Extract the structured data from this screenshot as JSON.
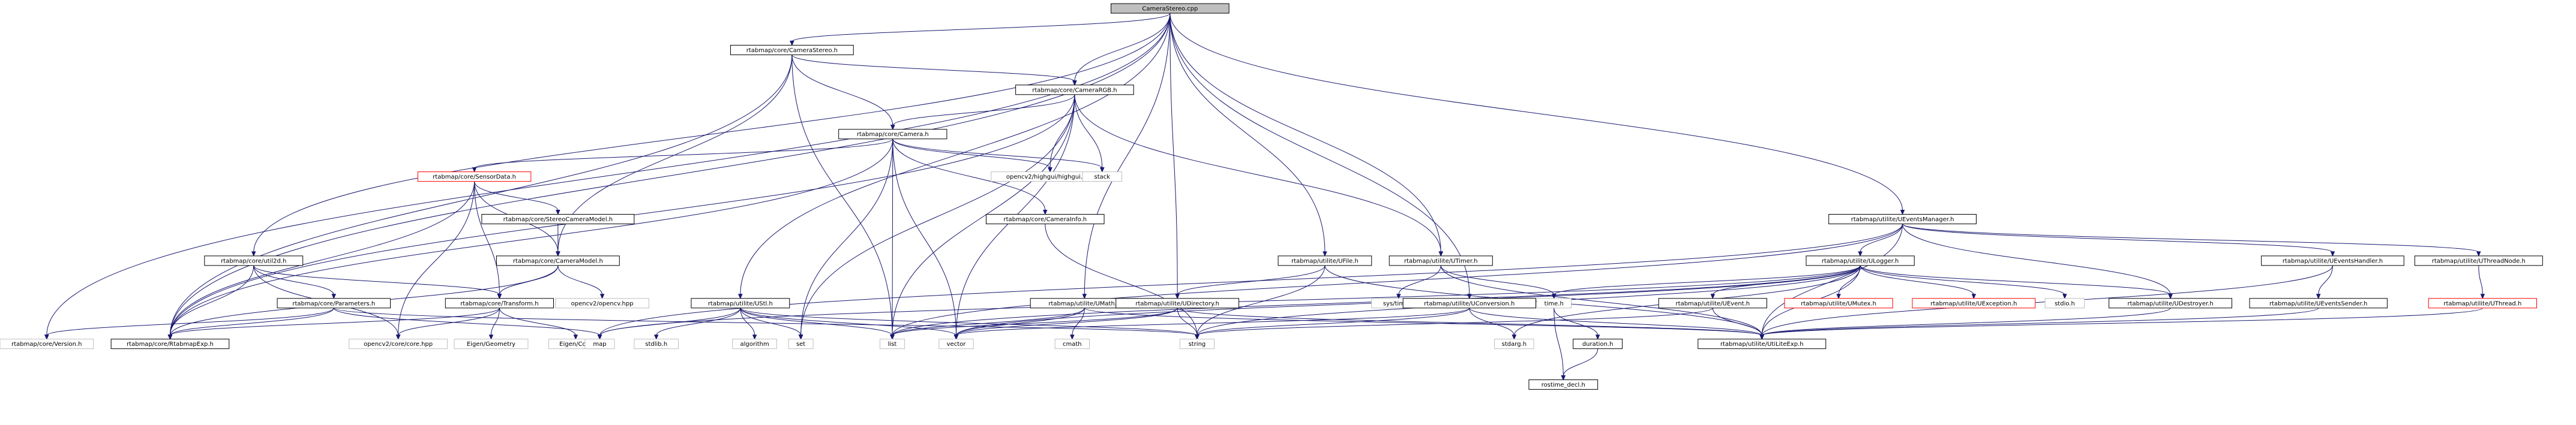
{
  "graph": {
    "title": "CameraStereo.cpp",
    "colors": {
      "edge": "#191970",
      "box": "#000000",
      "root_fill": "#bfbfbf",
      "system_border": "#bfbfbf",
      "missing_border": "#ff0000"
    },
    "nodes": [
      {
        "id": "root",
        "label": "CameraStereo.cpp",
        "kind": "root"
      },
      {
        "id": "camerastereo_h",
        "label": "rtabmap/core/CameraStereo.h",
        "kind": "local"
      },
      {
        "id": "camerargb_h",
        "label": "rtabmap/core/CameraRGB.h",
        "kind": "local"
      },
      {
        "id": "camera_h",
        "label": "rtabmap/core/Camera.h",
        "kind": "local"
      },
      {
        "id": "sensordata_h",
        "label": "rtabmap/core/SensorData.h",
        "kind": "missing"
      },
      {
        "id": "stereocameramodel_h",
        "label": "rtabmap/core/StereoCameraModel.h",
        "kind": "local"
      },
      {
        "id": "cameramodel_h",
        "label": "rtabmap/core/CameraModel.h",
        "kind": "local"
      },
      {
        "id": "camerainfo_h",
        "label": "rtabmap/core/CameraInfo.h",
        "kind": "local"
      },
      {
        "id": "highgui",
        "label": "opencv2/highgui/highgui.hpp",
        "kind": "system"
      },
      {
        "id": "stack",
        "label": "stack",
        "kind": "system"
      },
      {
        "id": "util2d_h",
        "label": "rtabmap/core/util2d.h",
        "kind": "local"
      },
      {
        "id": "parameters_h",
        "label": "rtabmap/core/Parameters.h",
        "kind": "local"
      },
      {
        "id": "transform_h",
        "label": "rtabmap/core/Transform.h",
        "kind": "local"
      },
      {
        "id": "version_h",
        "label": "rtabmap/core/Version.h",
        "kind": "system"
      },
      {
        "id": "rtabmapexp_h",
        "label": "rtabmap/core/RtabmapExp.h",
        "kind": "local"
      },
      {
        "id": "opencvcore",
        "label": "opencv2/core/core.hpp",
        "kind": "system"
      },
      {
        "id": "eigengeometry",
        "label": "Eigen/Geometry",
        "kind": "system"
      },
      {
        "id": "eigencore",
        "label": "Eigen/Core",
        "kind": "system"
      },
      {
        "id": "opencv_hpp",
        "label": "opencv2/opencv.hpp",
        "kind": "system"
      },
      {
        "id": "ustl_h",
        "label": "rtabmap/utilite/UStl.h",
        "kind": "local"
      },
      {
        "id": "map",
        "label": "map",
        "kind": "system"
      },
      {
        "id": "stdlib_h",
        "label": "stdlib.h",
        "kind": "system"
      },
      {
        "id": "algorithm",
        "label": "algorithm",
        "kind": "system"
      },
      {
        "id": "set",
        "label": "set",
        "kind": "system"
      },
      {
        "id": "list",
        "label": "list",
        "kind": "system"
      },
      {
        "id": "vector",
        "label": "vector",
        "kind": "system"
      },
      {
        "id": "umath_h",
        "label": "rtabmap/utilite/UMath.h",
        "kind": "local"
      },
      {
        "id": "cmath",
        "label": "cmath",
        "kind": "system"
      },
      {
        "id": "ufile_h",
        "label": "rtabmap/utilite/UFile.h",
        "kind": "local"
      },
      {
        "id": "udirectory_h",
        "label": "rtabmap/utilite/UDirectory.h",
        "kind": "local"
      },
      {
        "id": "string",
        "label": "string",
        "kind": "system"
      },
      {
        "id": "utimer_h",
        "label": "rtabmap/utilite/UTimer.h",
        "kind": "local"
      },
      {
        "id": "systime_h",
        "label": "sys/time.h",
        "kind": "system"
      },
      {
        "id": "uconversion_h",
        "label": "rtabmap/utilite/UConversion.h",
        "kind": "local"
      },
      {
        "id": "ueventsmanager_h",
        "label": "rtabmap/utilite/UEventsManager.h",
        "kind": "local"
      },
      {
        "id": "ulogger_h",
        "label": "rtabmap/utilite/ULogger.h",
        "kind": "local"
      },
      {
        "id": "time_h",
        "label": "time.h",
        "kind": "system"
      },
      {
        "id": "uevent_h",
        "label": "rtabmap/utilite/UEvent.h",
        "kind": "local"
      },
      {
        "id": "umutex_h",
        "label": "rtabmap/utilite/UMutex.h",
        "kind": "missing"
      },
      {
        "id": "uexception_h",
        "label": "rtabmap/utilite/UException.h",
        "kind": "missing"
      },
      {
        "id": "stdio_h",
        "label": "stdio.h",
        "kind": "system"
      },
      {
        "id": "udestroyer_h",
        "label": "rtabmap/utilite/UDestroyer.h",
        "kind": "local"
      },
      {
        "id": "ueventshandler_h",
        "label": "rtabmap/utilite/UEventsHandler.h",
        "kind": "local"
      },
      {
        "id": "ueventssender_h",
        "label": "rtabmap/utilite/UEventsSender.h",
        "kind": "local"
      },
      {
        "id": "uthreadnode_h",
        "label": "rtabmap/utilite/UThreadNode.h",
        "kind": "local"
      },
      {
        "id": "uthread_h",
        "label": "rtabmap/utilite/UThread.h",
        "kind": "missing"
      },
      {
        "id": "stdarg_h",
        "label": "stdarg.h",
        "kind": "system"
      },
      {
        "id": "duration_h",
        "label": "duration.h",
        "kind": "local"
      },
      {
        "id": "rostime_decl_h",
        "label": "rostime_decl.h",
        "kind": "local"
      },
      {
        "id": "uutilexp_h",
        "label": "rtabmap/utilite/UtiLiteExp.h",
        "kind": "local"
      }
    ],
    "edges": [
      [
        "root",
        "camerastereo_h"
      ],
      [
        "root",
        "camerargb_h"
      ],
      [
        "root",
        "util2d_h"
      ],
      [
        "root",
        "ustl_h"
      ],
      [
        "root",
        "umath_h"
      ],
      [
        "root",
        "ufile_h"
      ],
      [
        "root",
        "udirectory_h"
      ],
      [
        "root",
        "utimer_h"
      ],
      [
        "root",
        "uconversion_h"
      ],
      [
        "root",
        "ueventsmanager_h"
      ],
      [
        "root",
        "version_h"
      ],
      [
        "root",
        "rtabmapexp_h"
      ],
      [
        "camerastereo_h",
        "camerargb_h"
      ],
      [
        "camerastereo_h",
        "camera_h"
      ],
      [
        "camerastereo_h",
        "cameramodel_h"
      ],
      [
        "camerastereo_h",
        "rtabmapexp_h"
      ],
      [
        "camerastereo_h",
        "list"
      ],
      [
        "camerargb_h",
        "camera_h"
      ],
      [
        "camerargb_h",
        "highgui"
      ],
      [
        "camerargb_h",
        "stack"
      ],
      [
        "camerargb_h",
        "utimer_h"
      ],
      [
        "camerargb_h",
        "set"
      ],
      [
        "camerargb_h",
        "list"
      ],
      [
        "camerargb_h",
        "vector"
      ],
      [
        "camerargb_h",
        "rtabmapexp_h"
      ],
      [
        "camera_h",
        "sensordata_h"
      ],
      [
        "camera_h",
        "camerainfo_h"
      ],
      [
        "camera_h",
        "highgui"
      ],
      [
        "camera_h",
        "stack"
      ],
      [
        "camera_h",
        "set"
      ],
      [
        "camera_h",
        "list"
      ],
      [
        "camera_h",
        "vector"
      ],
      [
        "camera_h",
        "rtabmapexp_h"
      ],
      [
        "sensordata_h",
        "stereocameramodel_h"
      ],
      [
        "sensordata_h",
        "cameramodel_h"
      ],
      [
        "sensordata_h",
        "transform_h"
      ],
      [
        "sensordata_h",
        "opencvcore"
      ],
      [
        "sensordata_h",
        "rtabmapexp_h"
      ],
      [
        "stereocameramodel_h",
        "cameramodel_h"
      ],
      [
        "cameramodel_h",
        "transform_h"
      ],
      [
        "cameramodel_h",
        "opencv_hpp"
      ],
      [
        "cameramodel_h",
        "rtabmapexp_h"
      ],
      [
        "camerainfo_h",
        "string"
      ],
      [
        "util2d_h",
        "parameters_h"
      ],
      [
        "util2d_h",
        "transform_h"
      ],
      [
        "util2d_h",
        "opencvcore"
      ],
      [
        "util2d_h",
        "rtabmapexp_h"
      ],
      [
        "parameters_h",
        "version_h"
      ],
      [
        "parameters_h",
        "rtabmapexp_h"
      ],
      [
        "parameters_h",
        "map"
      ],
      [
        "parameters_h",
        "string"
      ],
      [
        "transform_h",
        "opencvcore"
      ],
      [
        "transform_h",
        "eigengeometry"
      ],
      [
        "transform_h",
        "eigencore"
      ],
      [
        "transform_h",
        "rtabmapexp_h"
      ],
      [
        "ustl_h",
        "map"
      ],
      [
        "ustl_h",
        "stdlib_h"
      ],
      [
        "ustl_h",
        "algorithm"
      ],
      [
        "ustl_h",
        "set"
      ],
      [
        "ustl_h",
        "list"
      ],
      [
        "ustl_h",
        "vector"
      ],
      [
        "ustl_h",
        "string"
      ],
      [
        "umath_h",
        "cmath"
      ],
      [
        "umath_h",
        "list"
      ],
      [
        "umath_h",
        "vector"
      ],
      [
        "umath_h",
        "uutilexp_h"
      ],
      [
        "ufile_h",
        "udirectory_h"
      ],
      [
        "ufile_h",
        "string"
      ],
      [
        "ufile_h",
        "uutilexp_h"
      ],
      [
        "udirectory_h",
        "list"
      ],
      [
        "udirectory_h",
        "vector"
      ],
      [
        "udirectory_h",
        "string"
      ],
      [
        "udirectory_h",
        "uutilexp_h"
      ],
      [
        "utimer_h",
        "systime_h"
      ],
      [
        "utimer_h",
        "time_h"
      ],
      [
        "utimer_h",
        "uutilexp_h"
      ],
      [
        "uconversion_h",
        "string"
      ],
      [
        "uconversion_h",
        "vector"
      ],
      [
        "uconversion_h",
        "stdarg_h"
      ],
      [
        "uconversion_h",
        "uutilexp_h"
      ],
      [
        "ueventsmanager_h",
        "ulogger_h"
      ],
      [
        "ueventsmanager_h",
        "udestroyer_h"
      ],
      [
        "ueventsmanager_h",
        "ueventshandler_h"
      ],
      [
        "ueventsmanager_h",
        "uthreadnode_h"
      ],
      [
        "ueventsmanager_h",
        "list"
      ],
      [
        "ueventsmanager_h",
        "map"
      ],
      [
        "ueventsmanager_h",
        "uutilexp_h"
      ],
      [
        "ulogger_h",
        "time_h"
      ],
      [
        "ulogger_h",
        "uevent_h"
      ],
      [
        "ulogger_h",
        "umutex_h"
      ],
      [
        "ulogger_h",
        "uexception_h"
      ],
      [
        "ulogger_h",
        "stdio_h"
      ],
      [
        "ulogger_h",
        "udestroyer_h"
      ],
      [
        "ulogger_h",
        "string"
      ],
      [
        "ulogger_h",
        "vector"
      ],
      [
        "ulogger_h",
        "map"
      ],
      [
        "ulogger_h",
        "list"
      ],
      [
        "ulogger_h",
        "stdarg_h"
      ],
      [
        "ulogger_h",
        "uutilexp_h"
      ],
      [
        "time_h",
        "duration_h"
      ],
      [
        "time_h",
        "rostime_decl_h"
      ],
      [
        "duration_h",
        "rostime_decl_h"
      ],
      [
        "uevent_h",
        "string"
      ],
      [
        "uevent_h",
        "uutilexp_h"
      ],
      [
        "udestroyer_h",
        "uutilexp_h"
      ],
      [
        "ueventshandler_h",
        "ueventssender_h"
      ],
      [
        "ueventshandler_h",
        "uutilexp_h"
      ],
      [
        "ueventssender_h",
        "uutilexp_h"
      ],
      [
        "uthreadnode_h",
        "uthread_h"
      ],
      [
        "uthread_h",
        "uutilexp_h"
      ]
    ]
  }
}
